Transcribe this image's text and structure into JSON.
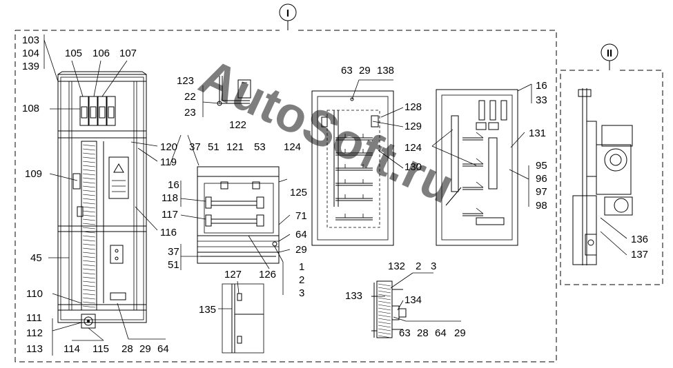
{
  "watermark": "AutoSoft.ru",
  "views": {
    "view1": "I",
    "view2": "II"
  },
  "labels": [
    "103",
    "104",
    "139",
    "105",
    "106",
    "107",
    "108",
    "109",
    "45",
    "110",
    "111",
    "112",
    "113",
    "114",
    "115",
    "28",
    "29",
    "64",
    "116",
    "119",
    "120",
    "37",
    "51",
    "121",
    "53",
    "124",
    "123",
    "22",
    "23",
    "122",
    "16",
    "118",
    "117",
    "125",
    "71",
    "64",
    "29",
    "37",
    "51",
    "1",
    "2",
    "3",
    "127",
    "126",
    "135",
    "63",
    "29",
    "138",
    "128",
    "129",
    "130",
    "124",
    "131",
    "16",
    "33",
    "95",
    "96",
    "97",
    "98",
    "132",
    "2",
    "3",
    "133",
    "134",
    "63",
    "28",
    "64",
    "29",
    "136",
    "137"
  ]
}
